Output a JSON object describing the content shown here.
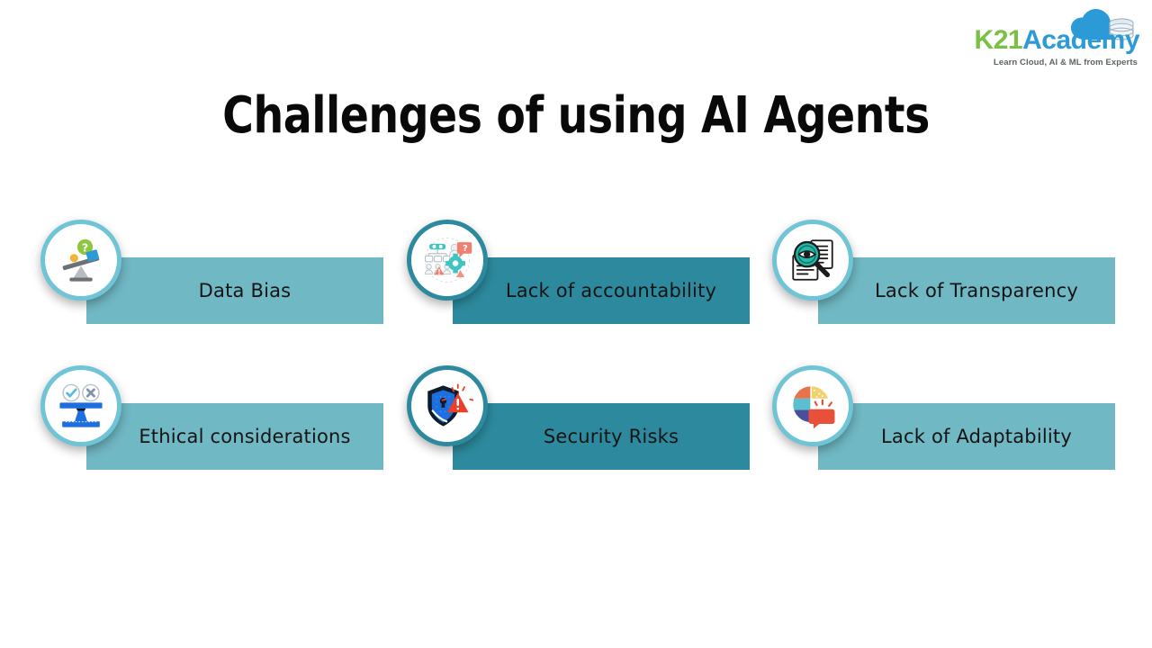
{
  "brand": {
    "name_part1": "K21",
    "name_part2": "Academy",
    "tagline": "Learn Cloud, AI & ML from Experts",
    "mark_icon": "cloud-database-icon",
    "green": "#7ac143",
    "blue": "#2b9ad6"
  },
  "page": {
    "title": "Challenges of using AI Agents",
    "background": "#ffffff",
    "title_color": "#090909"
  },
  "theme": {
    "bar_light": "#70b8c4",
    "bar_dark": "#2d8a9e",
    "ring_light": "#6fc4d6",
    "ring_dark": "#2d8a9e",
    "label_color": "#141414"
  },
  "challenges": [
    {
      "label": "Data Bias",
      "icon": "unbalanced-scale-question-icon",
      "bar_color": "#70b8c4",
      "ring_color": "#6fc4d6"
    },
    {
      "label": "Lack of accountability",
      "icon": "org-chart-gear-warning-icon",
      "bar_color": "#2d8a9e",
      "ring_color": "#2d8a9e"
    },
    {
      "label": "Lack of Transparency",
      "icon": "magnifier-eye-document-icon",
      "bar_color": "#70b8c4",
      "ring_color": "#6fc4d6"
    },
    {
      "label": "Ethical considerations",
      "icon": "balance-scale-check-cross-icon",
      "bar_color": "#70b8c4",
      "ring_color": "#6fc4d6"
    },
    {
      "label": "Security Risks",
      "icon": "shield-keyhole-alert-icon",
      "bar_color": "#2d8a9e",
      "ring_color": "#2d8a9e"
    },
    {
      "label": "Lack of Adaptability",
      "icon": "brain-speech-bubble-icon",
      "bar_color": "#70b8c4",
      "ring_color": "#6fc4d6"
    }
  ]
}
